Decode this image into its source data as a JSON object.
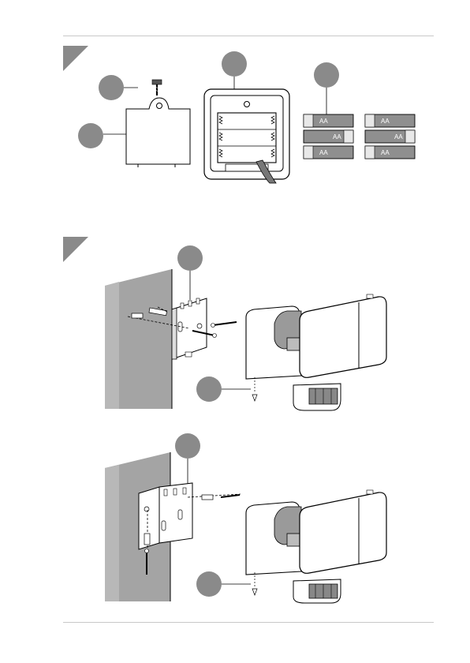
{
  "figures": [
    {
      "name": "battery-insertion",
      "callouts": [
        "",
        "",
        "",
        ""
      ],
      "battery_marks": [
        "AA",
        "AA",
        "AA",
        "AA",
        "AA",
        "AA"
      ]
    },
    {
      "name": "wall-mounting",
      "callouts": [
        "",
        ""
      ]
    },
    {
      "name": "corner-mounting",
      "callouts": [
        "",
        ""
      ]
    }
  ]
}
